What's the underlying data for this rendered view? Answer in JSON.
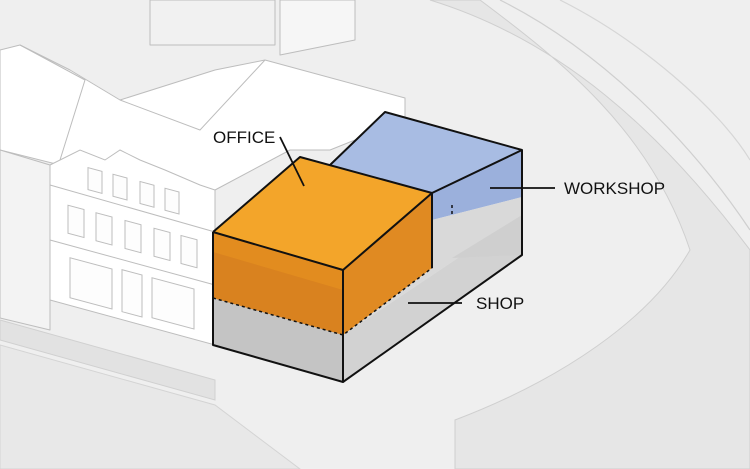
{
  "labels": {
    "office": "OFFICE",
    "workshop": "WORKSHOP",
    "shop": "SHOP"
  },
  "colors": {
    "background": "#efefef",
    "road": "#e6e6e6",
    "context_face_light": "#ffffff",
    "context_face_shade": "#f1f1f1",
    "office_top": "#f3a52a",
    "office_side": "#e08a22",
    "office_front": "#d07d1f",
    "workshop_top": "#a8bce3",
    "workshop_side": "#9bb0dc",
    "shop_top": "#d8d8d8",
    "shop_side": "#bcbcbc",
    "shop_front": "#c8c8c8",
    "outline": "#111111"
  }
}
